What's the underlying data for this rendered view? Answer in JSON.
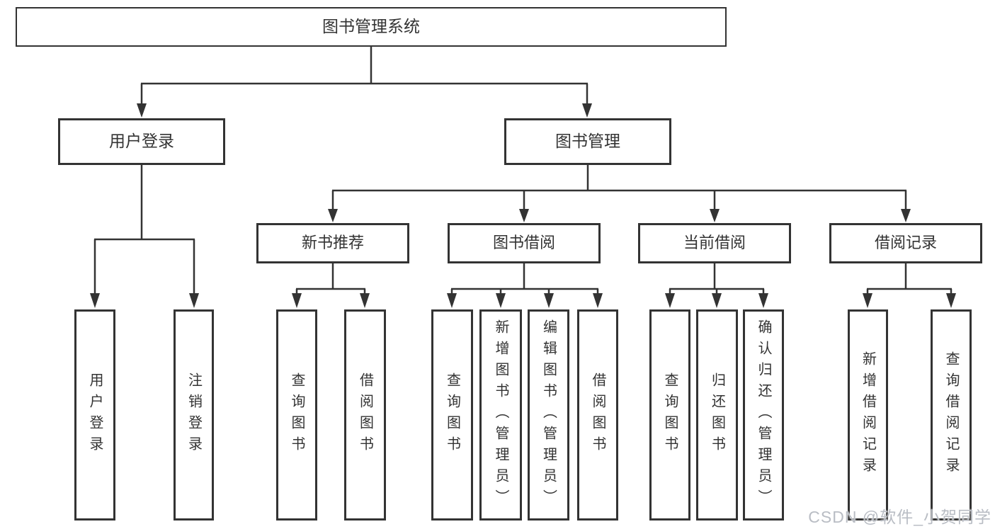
{
  "colors": {
    "line": "#333333",
    "box_border": "#333333",
    "text": "#333333",
    "background": "#ffffff",
    "watermark": "#b9bdc4"
  },
  "watermark": {
    "text": "CSDN @软件_小贺同学"
  },
  "tree": {
    "label": "图书管理系统",
    "children": [
      {
        "label": "用户登录",
        "children": [
          {
            "label": "用户登录"
          },
          {
            "label": "注销登录"
          }
        ]
      },
      {
        "label": "图书管理",
        "children": [
          {
            "label": "新书推荐",
            "children": [
              {
                "label": "查询图书"
              },
              {
                "label": "借阅图书"
              }
            ]
          },
          {
            "label": "图书借阅",
            "children": [
              {
                "label": "查询图书"
              },
              {
                "label": "新增图书（管理员）"
              },
              {
                "label": "编辑图书（管理员）"
              },
              {
                "label": "借阅图书"
              }
            ]
          },
          {
            "label": "当前借阅",
            "children": [
              {
                "label": "查询图书"
              },
              {
                "label": "归还图书"
              },
              {
                "label": "确认归还（管理员）"
              }
            ]
          },
          {
            "label": "借阅记录",
            "children": [
              {
                "label": "新增借阅记录"
              },
              {
                "label": "查询借阅记录"
              }
            ]
          }
        ]
      }
    ]
  }
}
